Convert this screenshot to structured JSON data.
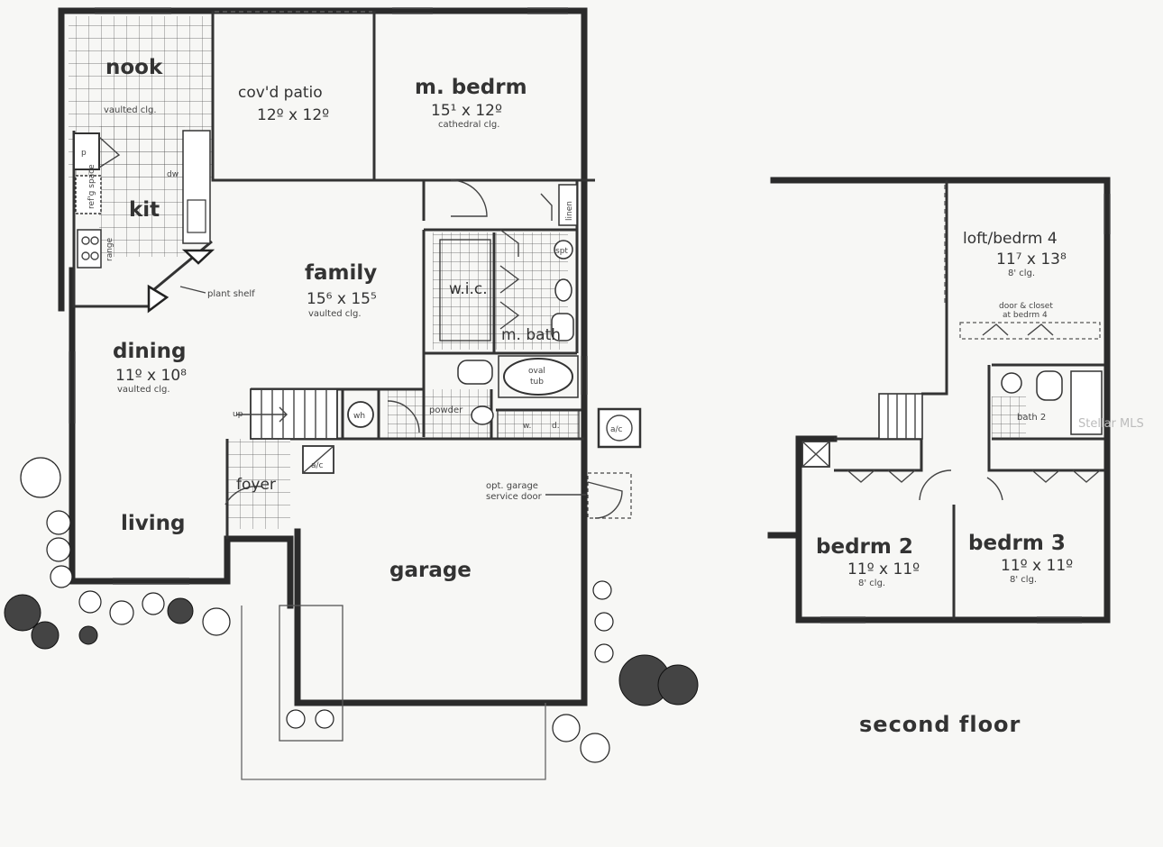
{
  "first_floor": {
    "rooms": {
      "nook": {
        "name": "nook",
        "note": "vaulted clg."
      },
      "patio": {
        "name": "cov'd patio",
        "dims": "12º x 12º"
      },
      "master": {
        "name": "m. bedrm",
        "dims": "15¹ x 12º",
        "note": "cathedral clg."
      },
      "kit": {
        "name": "kit"
      },
      "family": {
        "name": "family",
        "dims": "15⁶ x 15⁵",
        "note": "vaulted clg."
      },
      "dining": {
        "name": "dining",
        "dims": "11º x 10⁸",
        "note": "vaulted clg."
      },
      "living": {
        "name": "living"
      },
      "foyer": {
        "name": "foyer"
      },
      "garage": {
        "name": "garage"
      },
      "wic": {
        "name": "w.i.c."
      },
      "mbath": {
        "name": "m. bath"
      },
      "powder": {
        "name": "powder"
      }
    },
    "fixtures": {
      "pantry": "p",
      "fridge": "ref'g space",
      "dw": "dw",
      "range": "range",
      "plant_shelf": "plant shelf",
      "linen": "linen",
      "oval_tub": "oval tub",
      "wh": "wh",
      "up": "up",
      "ac_inside": "a/c",
      "ac_outside": "a/c",
      "washer": "w.",
      "dryer": "d.",
      "spt": "spt",
      "garage_door_note_1": "opt. garage",
      "garage_door_note_2": "service door"
    }
  },
  "second_floor": {
    "title": "second floor",
    "rooms": {
      "loft": {
        "name": "loft/bedrm 4",
        "dims": "11⁷ x 13⁸",
        "note": "8' clg."
      },
      "loft_note_1": "door & closet",
      "loft_note_2": "at bedrm 4",
      "bed2": {
        "name": "bedrm 2",
        "dims": "11º x 11º",
        "note": "8' clg."
      },
      "bed3": {
        "name": "bedrm 3",
        "dims": "11º x 11º",
        "note": "8' clg."
      },
      "bath2": {
        "name": "bath 2"
      }
    }
  },
  "watermark": "Stellar MLS"
}
